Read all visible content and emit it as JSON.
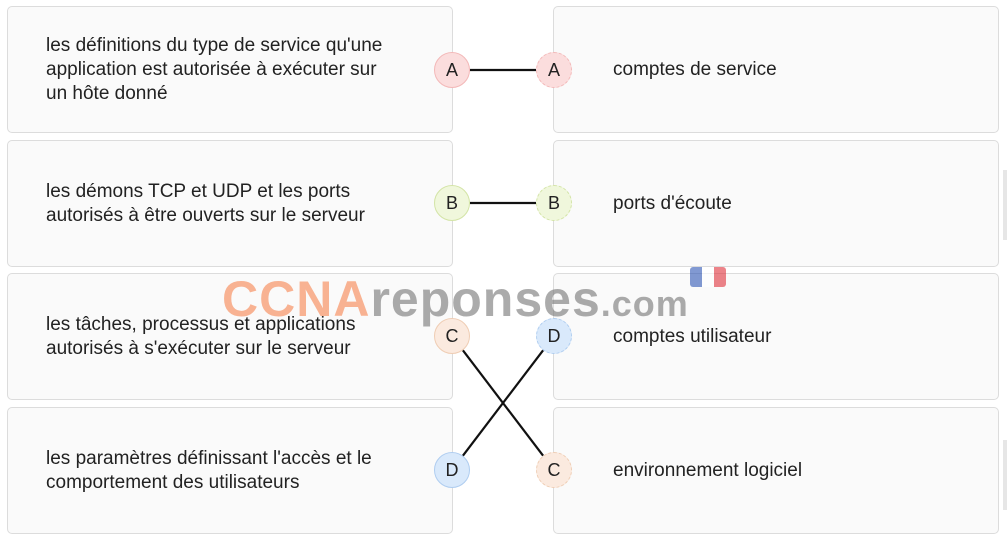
{
  "left_items": [
    {
      "text": "les définitions du type de service qu'une application est autorisée à exécuter sur un hôte donné",
      "letter": "A"
    },
    {
      "text": "les démons TCP et UDP et les ports autorisés à être ouverts sur le serveur",
      "letter": "B"
    },
    {
      "text": "les tâches, processus et applications autorisés à s'exécuter sur le serveur",
      "letter": "C"
    },
    {
      "text": "les paramètres définissant l'accès et le comportement des utilisateurs",
      "letter": "D"
    }
  ],
  "right_items": [
    {
      "text": "comptes de service",
      "letter": "A"
    },
    {
      "text": "ports d'écoute",
      "letter": "B"
    },
    {
      "text": "comptes utilisateur",
      "letter": "D"
    },
    {
      "text": "environnement logiciel",
      "letter": "C"
    }
  ],
  "connections": [
    {
      "left": "A",
      "right": "A"
    },
    {
      "left": "B",
      "right": "B"
    },
    {
      "left": "C",
      "right": "C"
    },
    {
      "left": "D",
      "right": "D"
    }
  ],
  "letter_colors": {
    "A": {
      "fill": "#fbdddd",
      "border": "#f3b8b8"
    },
    "B": {
      "fill": "#f0f7dc",
      "border": "#d3e4a6"
    },
    "C": {
      "fill": "#fbeadf",
      "border": "#efcdb4"
    },
    "D": {
      "fill": "#d9e9fb",
      "border": "#afcdf0"
    }
  },
  "watermark": {
    "part1": "CCNA",
    "part2": "reponses",
    "part3": ".com"
  },
  "flag_colors": [
    "#2f56b5",
    "#ffffff",
    "#e0313b"
  ]
}
